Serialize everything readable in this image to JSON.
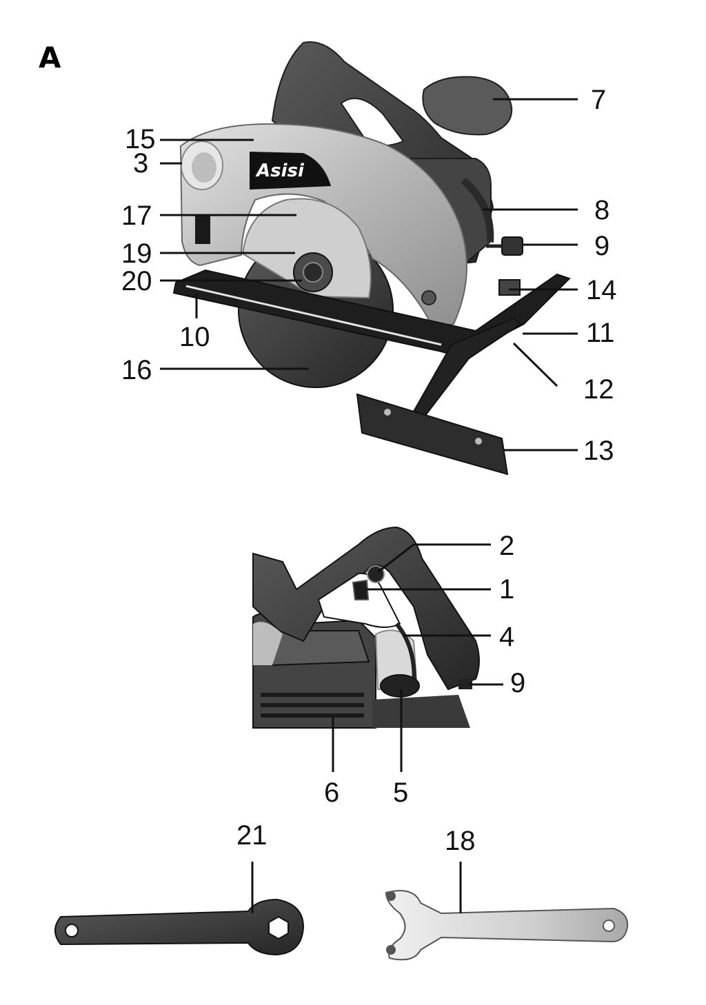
{
  "figure": {
    "letter": "A",
    "brand_text": "Asisi",
    "colors": {
      "housing_dark": "#3e3e3e",
      "guard_silver": "#b9b9b9",
      "blade_dark": "#2c2c2c",
      "steel_light": "#d4d4d4"
    }
  },
  "labels": {
    "l1": "1",
    "l2": "2",
    "l3": "3",
    "l4": "4",
    "l5": "5",
    "l6": "6",
    "l7": "7",
    "l8": "8",
    "l9a": "9",
    "l9b": "9",
    "l10": "10",
    "l11": "11",
    "l12": "12",
    "l13": "13",
    "l14": "14",
    "l15": "15",
    "l16": "16",
    "l17": "17",
    "l18": "18",
    "l19": "19",
    "l20": "20",
    "l21": "21"
  }
}
